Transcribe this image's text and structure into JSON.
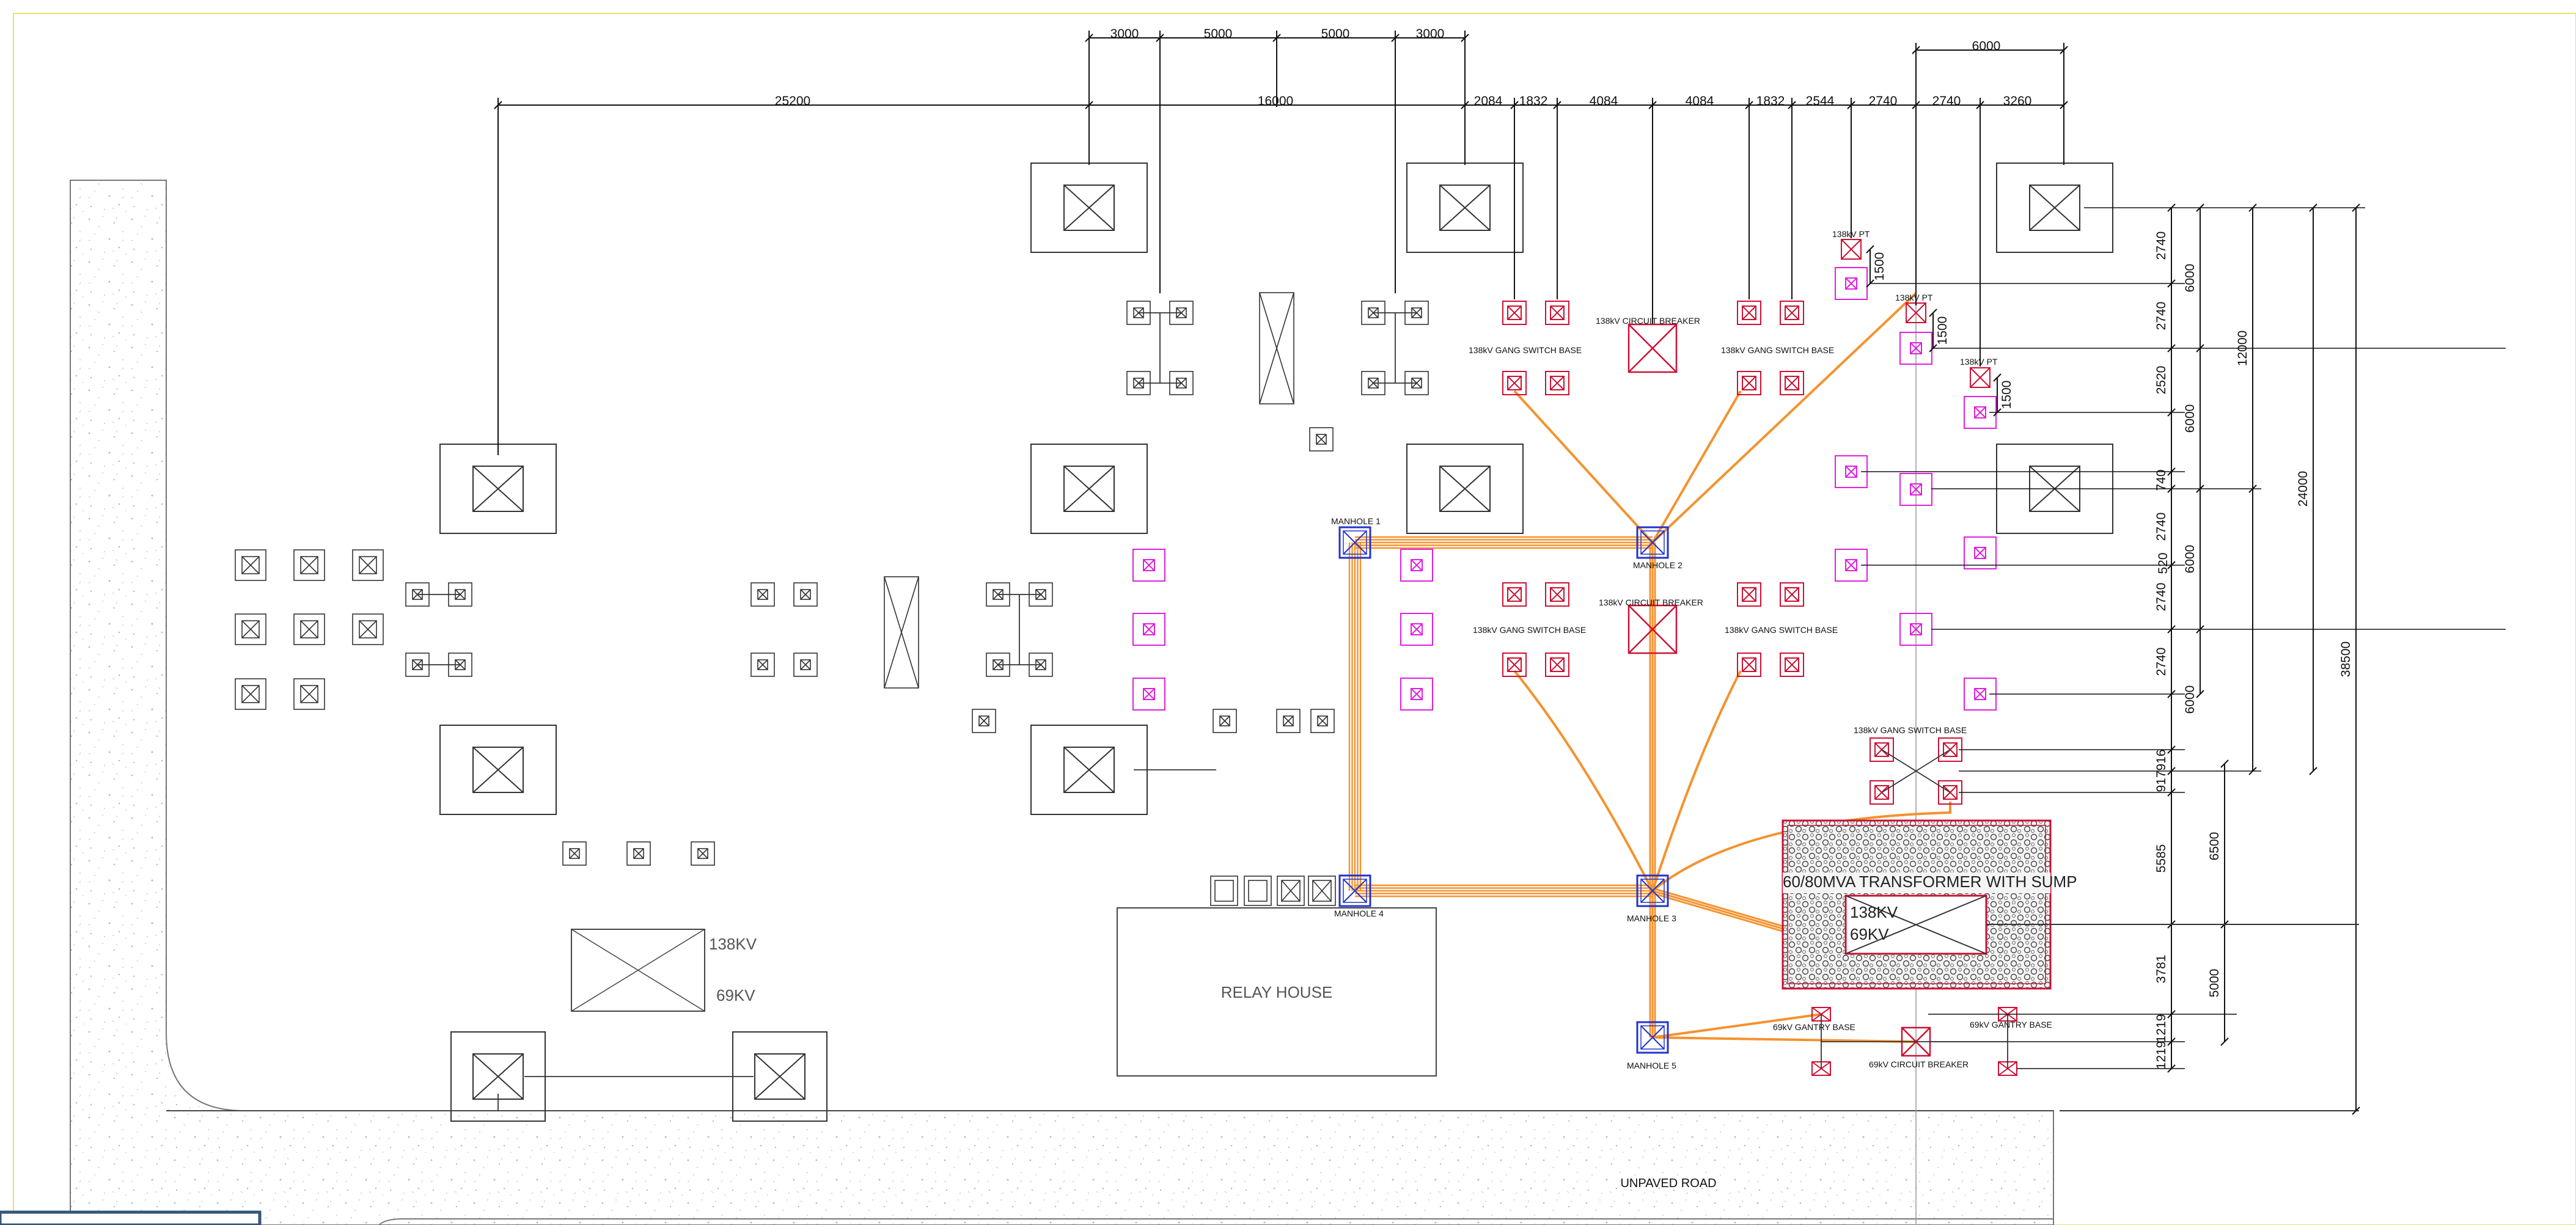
{
  "title_block_label": "",
  "dimensions": {
    "top_row_1": [
      "3000",
      "5000",
      "5000",
      "3000"
    ],
    "top_row_2": [
      "25200",
      "16000",
      "2084",
      "1832",
      "4084",
      "4084",
      "1832",
      "2544",
      "2740",
      "2740",
      "3260"
    ],
    "top_6000": "6000",
    "right_col_1": [
      "2740",
      "2740",
      "2520",
      "740",
      "2740",
      "520",
      "2740",
      "2740",
      "917",
      "916",
      "5585",
      "3781",
      "1219",
      "1219"
    ],
    "right_col_2": [
      "6000",
      "6000",
      "6000",
      "6000",
      "6500",
      "5000"
    ],
    "right_col_3": [
      "12000",
      "24000"
    ],
    "right_col_4": "38500",
    "pt_offsets": [
      "1500",
      "1500",
      "1500"
    ]
  },
  "labels": {
    "manholes": [
      "MANHOLE 1",
      "MANHOLE 2",
      "MANHOLE 3",
      "MANHOLE 4",
      "MANHOLE 5"
    ],
    "breaker_138_a": "138kV CIRCUIT BREAKER",
    "breaker_138_b": "138kV CIRCUIT BREAKER",
    "gang_switch_1": "138kV GANG SWITCH BASE",
    "gang_switch_2": "138kV GANG SWITCH BASE",
    "gang_switch_3": "138kV GANG SWITCH BASE",
    "gang_switch_4": "138kV GANG SWITCH BASE",
    "gang_switch_5": "138kV GANG SWITCH BASE",
    "pt_1": "138kV PT",
    "pt_2": "138kV PT",
    "pt_3": "138kV PT",
    "transformer": "60/80MVA TRANSFORMER WITH SUMP",
    "xfmr_hv": "138KV",
    "xfmr_lv": "69KV",
    "gantry_1": "69kV GANTRY BASE",
    "gantry_2": "69kV GANTRY BASE",
    "breaker_69": "69kV CIRCUIT BREAKER",
    "relay_house": "RELAY HOUSE",
    "road": "UNPAVED ROAD",
    "existing_xfmr_hv": "138KV",
    "existing_xfmr_lv": "69KV"
  },
  "colors": {
    "line": "#333333",
    "magenta": "#e020e0",
    "red": "#cc1133",
    "blue": "#2233cc",
    "conduit": "#f5922e",
    "border": "#e0e060"
  }
}
